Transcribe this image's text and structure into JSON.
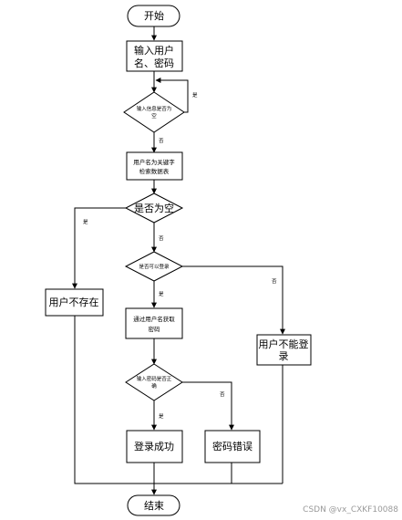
{
  "nodes": {
    "start": "开始",
    "input_l1": "输入用户",
    "input_l2": "名、密码",
    "check_empty_l1": "输入信息是否为",
    "check_empty_l2": "空",
    "search_l1": "用户名为关键字",
    "search_l2": "检索数据表",
    "is_null": "是否为空",
    "can_login": "是否可以登录",
    "get_pwd_l1": "通过用户名获取",
    "get_pwd_l2": "密码",
    "pwd_ok_l1": "输入密码是否正",
    "pwd_ok_l2": "确",
    "user_not_exist": "用户不存在",
    "cannot_login_l1": "用户不能登",
    "cannot_login_l2": "录",
    "login_success": "登录成功",
    "pwd_error": "密码错误",
    "end": "结束"
  },
  "edge_labels": {
    "yes": "是",
    "no": "否"
  },
  "watermark": "CSDN @vx_CXKF10088"
}
